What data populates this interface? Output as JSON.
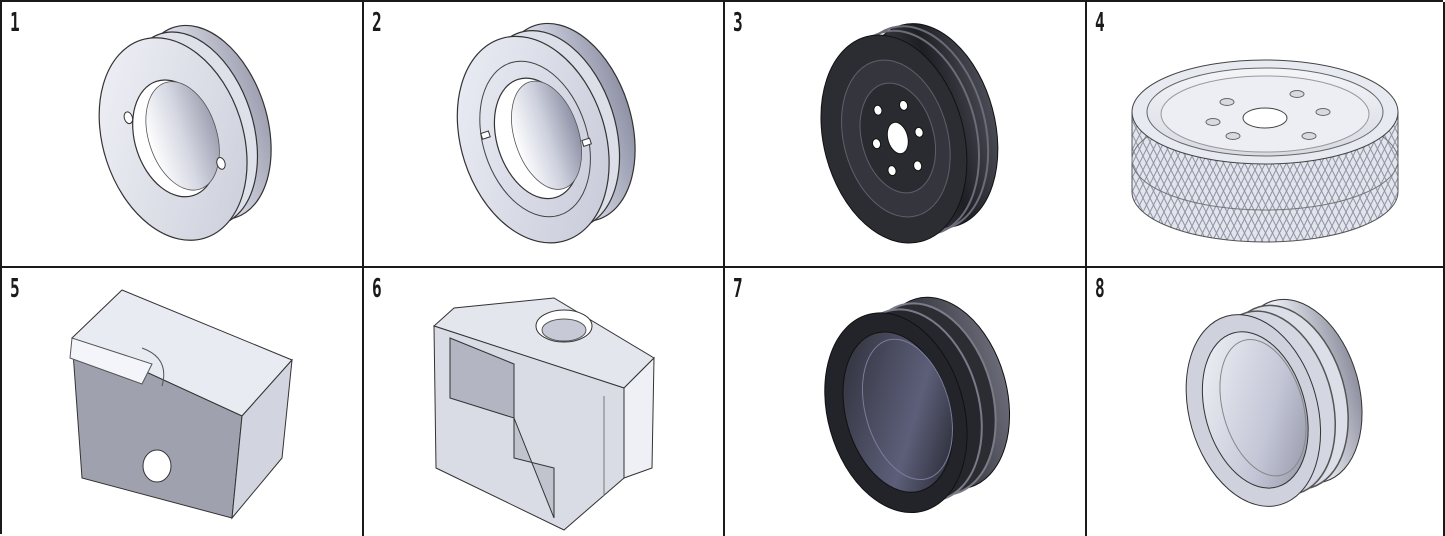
{
  "cells": [
    {
      "label": "1",
      "icon": "light-gray-flanged-ring-icon"
    },
    {
      "label": "2",
      "icon": "light-gray-slotted-pulley-ring-icon"
    },
    {
      "label": "3",
      "icon": "black-grooved-pulley-wheel-icon"
    },
    {
      "label": "4",
      "icon": "light-gray-knurled-wheel-icon"
    },
    {
      "label": "5",
      "icon": "light-gray-rectangular-block-icon"
    },
    {
      "label": "6",
      "icon": "light-gray-stepped-block-icon"
    },
    {
      "label": "7",
      "icon": "black-double-groove-pulley-icon"
    },
    {
      "label": "8",
      "icon": "light-gray-double-groove-pulley-icon"
    }
  ],
  "colors": {
    "border": "#1a1a1a",
    "metal_light": "#e4e6ee",
    "metal_mid": "#c8cbd8",
    "metal_dark": "#9a9cab",
    "black_part": "#2a2a2e"
  }
}
